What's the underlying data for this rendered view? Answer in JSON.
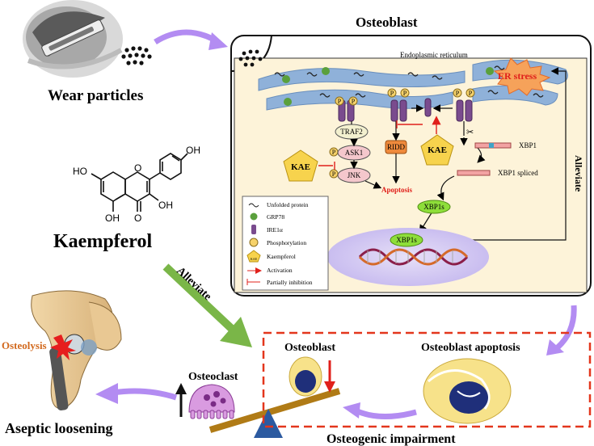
{
  "wear_particles": {
    "label": "Wear particles"
  },
  "osteoblast_panel": {
    "title": "Osteoblast",
    "er_label": "Endoplasmic reticulum",
    "er_stress": "ER stress",
    "alleviate_right": "Alleviate",
    "nodes": {
      "traf2": "TRAF2",
      "ask1": "ASK1",
      "jnk": "JNK",
      "ridd": "RIDD",
      "kae_left": "KAE",
      "kae_right": "KAE",
      "apoptosis": "Apoptosis",
      "xbp1": "XBP1",
      "xbp1_spliced": "XBP1 spliced",
      "xbp1s_top": "XBP1s",
      "xbp1s_nucleus": "XBP1s",
      "p": "P"
    },
    "legend": [
      {
        "icon": "unfolded-protein-icon",
        "label": "Unfolded protein"
      },
      {
        "icon": "grp78-icon",
        "label": "GRP78"
      },
      {
        "icon": "ire1a-icon",
        "label": "IRE1α"
      },
      {
        "icon": "phosphorylation-icon",
        "label": "Phosphorylation"
      },
      {
        "icon": "kaempferol-icon",
        "label": "Kaempferol"
      },
      {
        "icon": "activation-icon",
        "label": "Activation"
      },
      {
        "icon": "partial-inhibition-icon",
        "label": "Partially inhibition"
      }
    ],
    "legend_kae_badge": "KAE"
  },
  "kaempferol": {
    "name": "Kaempferol",
    "structure_labels": {
      "ho_top": "HO",
      "oh_right": "OH",
      "oh_mid": "OH",
      "oh_bottom": "OH",
      "o_ring": "O",
      "o_ketone": "O"
    }
  },
  "alleviate_left": "Alleviate",
  "bottom": {
    "osteolysis": "Osteolysis",
    "aseptic_loosening": "Aseptic loosening",
    "osteoclast": "Osteoclast",
    "osteoblast": "Osteoblast",
    "osteoblast_apoptosis": "Osteoblast apoptosis",
    "osteogenic_impairment": "Osteogenic impairment"
  },
  "colors": {
    "arrow_purple": "#b38cf2",
    "arrow_green": "#7ab648",
    "er_blue": "#8fb1d9",
    "panel_bg": "#fdf3d9",
    "kae_yellow": "#f7d34d",
    "activation_red": "#e0201b",
    "dashed_red": "#e3361c"
  }
}
